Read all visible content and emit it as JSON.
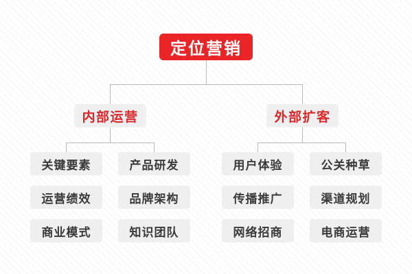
{
  "diagram": {
    "type": "org-chart",
    "title": "定位营销",
    "root": {
      "label": "定位营销"
    },
    "branches": [
      {
        "label": "内部运营",
        "leaves": [
          "关键要素",
          "产品研发",
          "运营绩效",
          "品牌架构",
          "商业模式",
          "知识团队"
        ]
      },
      {
        "label": "外部扩客",
        "leaves": [
          "用户体验",
          "公关种草",
          "传播推广",
          "渠道规划",
          "网络招商",
          "电商运营"
        ]
      }
    ],
    "colors": {
      "root_background": "#ea2427",
      "root_text": "#ffffff",
      "branch_background": "#f0f0f0",
      "branch_text": "#d8282c",
      "leaf_background": "#efefef",
      "leaf_text": "#3a3a3a",
      "connector": "#b9b9b9",
      "page_background": "#ffffff"
    }
  }
}
